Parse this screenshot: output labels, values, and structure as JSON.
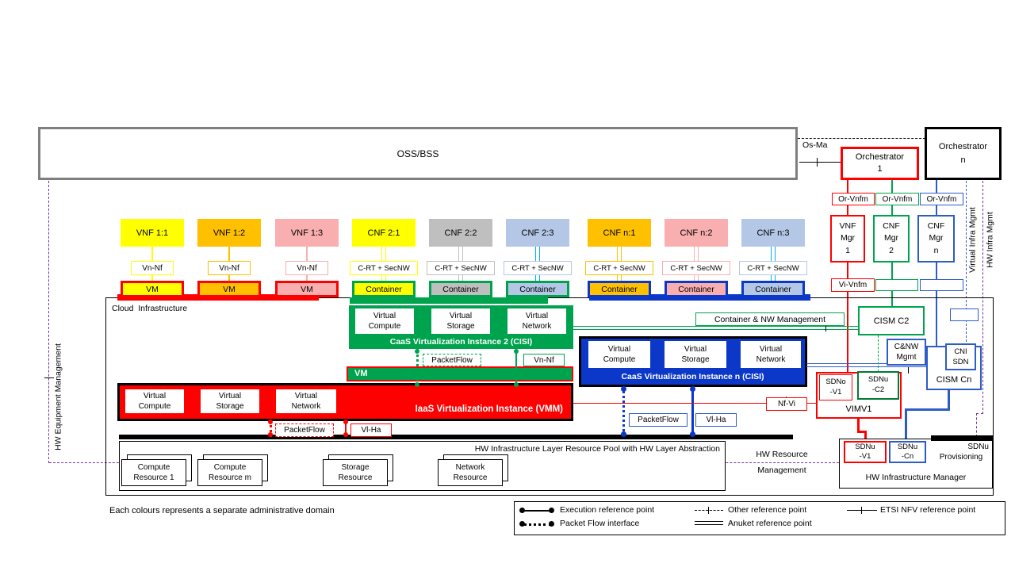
{
  "header": {
    "oss_label": "OSS/BSS",
    "os_ma": "Os-Ma",
    "orchestrator_1": [
      "Orchestrator",
      "1"
    ],
    "orchestrator_n": [
      "Orchestrator",
      "n"
    ]
  },
  "mgmt_column": {
    "or_vnfm": [
      "Or-Vnfm",
      "Or-Vnfm",
      "Or-Vnfm"
    ],
    "managers": [
      [
        "VNF",
        "Mgr",
        "1"
      ],
      [
        "CNF",
        "Mgr",
        "2"
      ],
      [
        "CNF",
        "Mgr",
        "n"
      ]
    ],
    "vi_vnfm": "Vi-Vnfm",
    "virtual_infra_mgmt": "Virtual Infra Mgmt",
    "hw_infra_mgmt": "HW Infra Mgmt"
  },
  "left_rail": {
    "hw_equipment_mgmt": "HW Equipment Management"
  },
  "nf_row": {
    "units": [
      {
        "label": "VNF 1:1",
        "iface": "Vn-Nf",
        "runtime": "VM"
      },
      {
        "label": "VNF 1:2",
        "iface": "Vn-Nf",
        "runtime": "VM"
      },
      {
        "label": "VNF 1:3",
        "iface": "Vn-Nf",
        "runtime": "VM"
      },
      {
        "label": "CNF 2:1",
        "iface": "C-RT + SecNW",
        "runtime": "Container"
      },
      {
        "label": "CNF 2:2",
        "iface": "C-RT + SecNW",
        "runtime": "Container"
      },
      {
        "label": "CNF 2:3",
        "iface": "C-RT + SecNW",
        "runtime": "Container"
      },
      {
        "label": "CNF n:1",
        "iface": "C-RT + SecNW",
        "runtime": "Container"
      },
      {
        "label": "CNF n:2",
        "iface": "C-RT + SecNW",
        "runtime": "Container"
      },
      {
        "label": "CNF n:3",
        "iface": "C-RT + SecNW",
        "runtime": "Container"
      }
    ]
  },
  "cloud": {
    "title": "Cloud  Infrastructure",
    "caas2": {
      "title": "CaaS Virtualization Instance 2 (CISI)",
      "cells": [
        [
          "Virtual",
          "Compute"
        ],
        [
          "Virtual",
          "Storage"
        ],
        [
          "Virtual",
          "Network"
        ]
      ],
      "packetflow": "PacketFlow",
      "vn_nf": "Vn-Nf"
    },
    "vm_bar": "VM",
    "iaas": {
      "title": "IaaS Virtualization Instance (VMM)",
      "cells": [
        [
          "Virtual",
          "Compute"
        ],
        [
          "Virtual",
          "Storage"
        ],
        [
          "Virtual",
          "Network"
        ]
      ],
      "packetflow": "PacketFlow",
      "vl_ha": "Vl-Ha"
    },
    "caasn": {
      "title": "CaaS Virtualization Instance n (CISI)",
      "cells": [
        [
          "Virtual",
          "Compute"
        ],
        [
          "Virtual",
          "Storage"
        ],
        [
          "Virtual",
          "Network"
        ]
      ],
      "packetflow": "PacketFlow",
      "vl_ha": "Vl-Ha"
    },
    "container_nw_mgmt": "Container & NW Management",
    "cism_c2": "CISM C2",
    "cnw_mgmt": [
      "C&NW",
      "Mgmt"
    ],
    "cism_cn": "CISM Cn",
    "cni_sdn": [
      "CNI",
      "SDN"
    ],
    "vim": {
      "label": "VIMV1",
      "sdno_v1": [
        "SDNo",
        "-V1"
      ],
      "sdnu_c2": [
        "SDNu",
        "-C2"
      ]
    },
    "nf_vi": "Nf-Vi",
    "hw_pool": {
      "title": "HW Infrastructure Layer Resource Pool with HW Layer Abstraction",
      "resources": [
        [
          "Compute",
          "Resource 1"
        ],
        [
          "Compute",
          "Resource m"
        ],
        [
          "Storage",
          "Resource"
        ],
        [
          "Network",
          "Resource"
        ]
      ]
    },
    "hw_resource_mgmt": [
      "HW Resource",
      "Management"
    ],
    "hw_infra_manager": {
      "title": "HW Infrastructure Manager",
      "sdnu_v1": [
        "SDNu",
        "-V1"
      ],
      "sdnu_cn": [
        "SDNu",
        "-Cn"
      ],
      "sdnu_prov": [
        "SDNu",
        "Provisioning"
      ]
    }
  },
  "legend": {
    "note": "Each colours represents a separate administrative domain",
    "execution": "Execution reference point",
    "packet_flow": "Packet Flow interface",
    "other": "Other reference point",
    "anuket": "Anuket reference point",
    "etsi": "ETSI NFV reference point"
  },
  "colors": {
    "yellow": "#FFFF00",
    "orange": "#FFC000",
    "pink": "#F9AFAF",
    "gray": "#BFBFBF",
    "light_blue": "#B4C7E7",
    "red": "#FF0000",
    "green": "#00A34D",
    "dark_green": "#007A33",
    "blue_fill": "#0B38C9",
    "blue_line": "#2E5CC5",
    "cyan": "#00B0F0",
    "purple": "#7030A0",
    "oss_border_gray": "#7F7F7F"
  }
}
